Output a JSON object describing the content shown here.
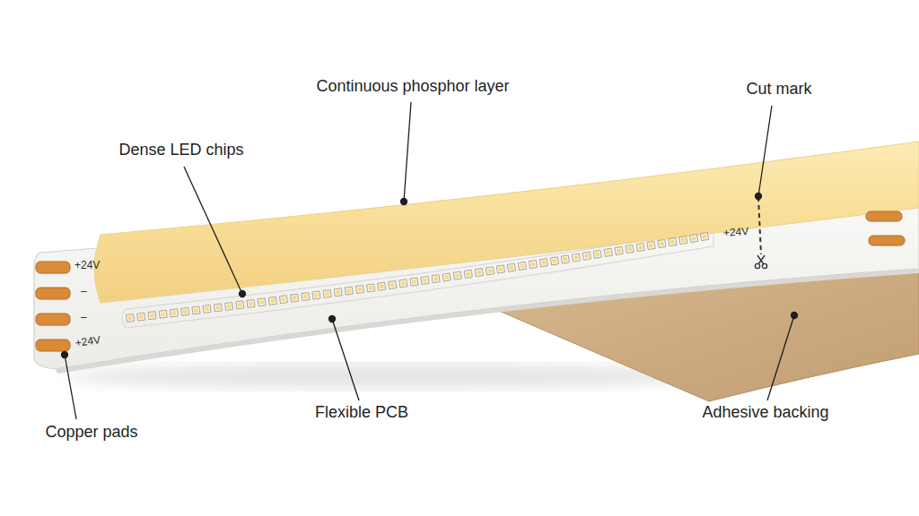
{
  "diagram": {
    "labels": [
      "Continuous phosphor layer",
      "Cut mark",
      "Dense LED chips",
      "+24V",
      "–",
      "–",
      "+24V",
      "+24V",
      "Copper pads",
      "Flexible PCB",
      "Adhesive backing"
    ]
  }
}
